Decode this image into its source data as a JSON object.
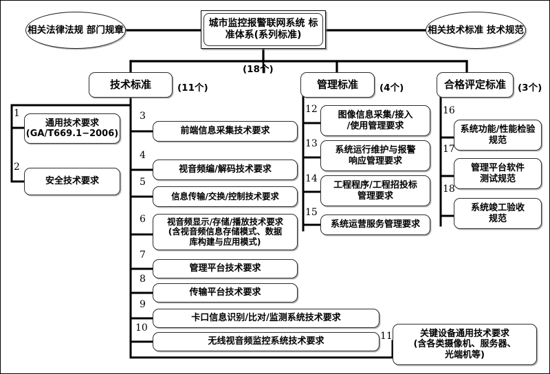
{
  "diagram": {
    "title": "城市监控报警联网系统标准体系(系列标准)",
    "root": {
      "label_line1": "城市监控报警联网系统",
      "label_line2": "标准体系(系列标准)",
      "count": "(18个)"
    },
    "side_nodes": [
      {
        "name": "left-ellipse",
        "line1": "相关法律法规",
        "line2": "部门规章"
      },
      {
        "name": "right-ellipse",
        "line1": "相关技术标准",
        "line2": "技术规范"
      }
    ],
    "tier2": [
      {
        "label": "技术标准",
        "count": "(11个)"
      },
      {
        "label": "管理标准",
        "count": "(4个)"
      },
      {
        "label": "合格评定标准",
        "count": "(3个)"
      }
    ],
    "tech_left_items": [
      {
        "index": "1",
        "line1": "通用技术要求",
        "line2": "(GA/T669.1−2006)"
      },
      {
        "index": "2",
        "line1": "安全技术要求",
        "line2": ""
      }
    ],
    "tech_items": [
      {
        "index": "3",
        "line1": "前端信息采集技术要求",
        "line2": "",
        "line3": ""
      },
      {
        "index": "4",
        "line1": "视音频编/解码技术要求",
        "line2": "",
        "line3": ""
      },
      {
        "index": "5",
        "line1": "信息传输/交换/控制技术要求",
        "line2": "",
        "line3": ""
      },
      {
        "index": "6",
        "line1": "视音频显示/存储/播放技术要求",
        "line2": "(含视音频信息存储模式、数据",
        "line3": "库构建与应用模式)"
      },
      {
        "index": "7",
        "line1": "管理平台技术要求",
        "line2": "",
        "line3": ""
      },
      {
        "index": "8",
        "line1": "传输平台技术要求",
        "line2": "",
        "line3": ""
      },
      {
        "index": "9",
        "line1": "卡口信息识别/比对/监测系统技术要求",
        "line2": "",
        "line3": ""
      },
      {
        "index": "10",
        "line1": "无线视音频监控系统技术要求",
        "line2": "",
        "line3": ""
      },
      {
        "index": "11",
        "line1": "关键设备通用技术要求",
        "line2": "(含各类摄像机、服务器、",
        "line3": "光端机等)"
      }
    ],
    "mgmt_items": [
      {
        "index": "12",
        "line1": "图像信息采集/接入",
        "line2": "/使用管理要求"
      },
      {
        "index": "13",
        "line1": "系统运行维护与报警",
        "line2": "响应管理要求"
      },
      {
        "index": "14",
        "line1": "工程程序/工程招投标",
        "line2": "管理要求"
      },
      {
        "index": "15",
        "line1": "系统运营服务管理要求",
        "line2": ""
      }
    ],
    "conformity_items": [
      {
        "index": "16",
        "line1": "系统功能/性能检验",
        "line2": "规范"
      },
      {
        "index": "17",
        "line1": "管理平台软件",
        "line2": "测试规范"
      },
      {
        "index": "18",
        "line1": "系统竣工验收",
        "line2": "规范"
      }
    ],
    "colors": {
      "line": "#000000",
      "box_border": "#2b2b2b",
      "background": "#ffffff",
      "text": "#000000"
    }
  }
}
